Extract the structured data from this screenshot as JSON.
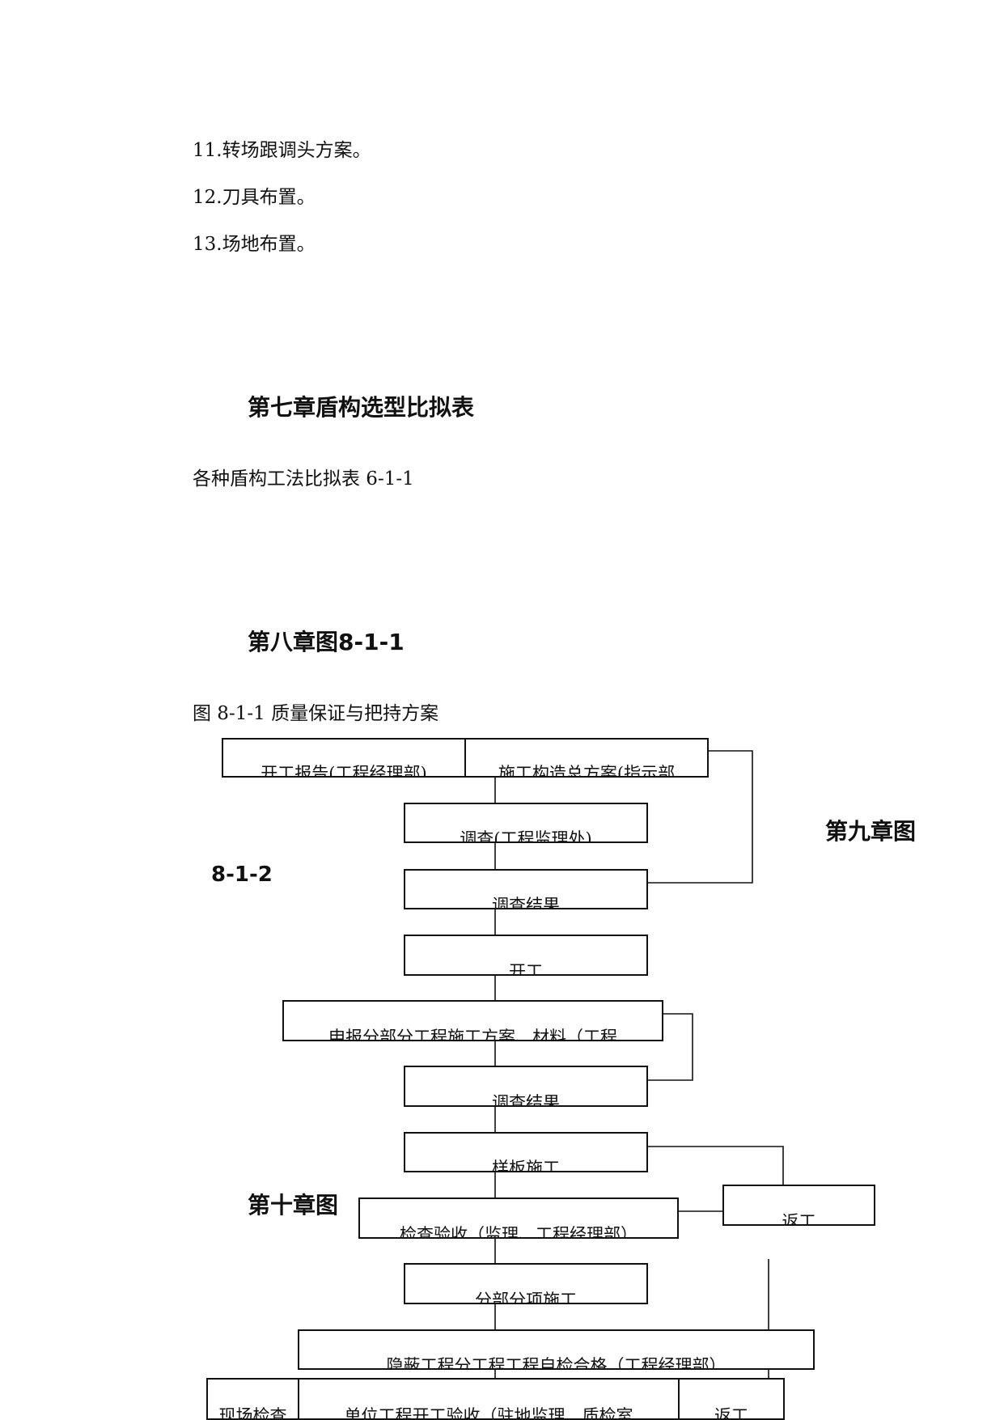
{
  "list_items": [
    "11.转场跟调头方案。",
    "12.刀具布置。",
    "13.场地布置。"
  ],
  "chapter7": {
    "heading": "第七章盾构选型比拟表",
    "caption": "各种盾构工法比拟表 6-1-1"
  },
  "chapter8": {
    "heading": "第八章图8-1-1",
    "caption": "图 8-1-1 质量保证与把持方案"
  },
  "chapter9": {
    "heading": "第九章图",
    "sub": "8-1-2"
  },
  "chapter10": {
    "heading": "第十章图"
  },
  "flowchart": {
    "start_report": "开工报告(工程经理部)",
    "construction_plan": "施工构造总方案(指示部",
    "review1": "调查(工程监理处)",
    "review_result1": "调查结果",
    "start_work": "开工",
    "submit_plan": "申报分部分工程施工方案、材料（工程",
    "review_result2": "调查结果",
    "sample_construction": "样板施工",
    "inspection": "检查验收（监理、工程经理部）",
    "rework1": "返工",
    "subproject_construction": "分部分项施工",
    "hidden_works": "隐蔽工程分工程工程自检合格（工程经理部）",
    "site_check": "现场检查",
    "unit_acceptance": "单位工程开工验收（驻地监理、质检室",
    "rework2": "返工"
  }
}
